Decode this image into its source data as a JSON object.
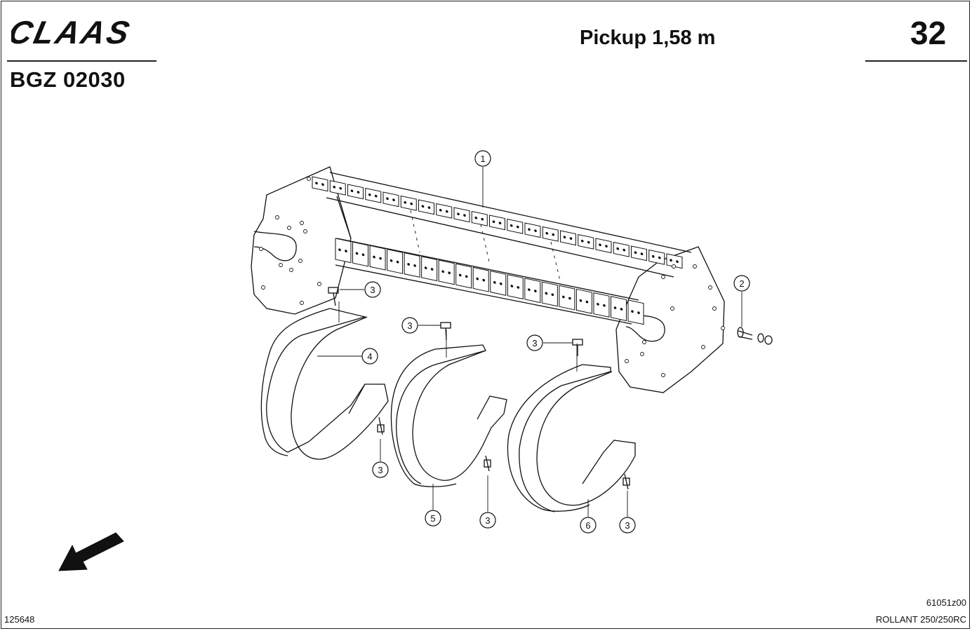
{
  "brand": {
    "logo_text": "CLAAS"
  },
  "header": {
    "doc_id": "BGZ 02030",
    "title": "Pickup 1,58 m",
    "page_number": "32"
  },
  "footer": {
    "left_code": "125648",
    "drawing_code": "61051z00",
    "model": "ROLLANT 250/250RC"
  },
  "callouts": {
    "c1": "1",
    "c2": "2",
    "c3a": "3",
    "c3b": "3",
    "c3c": "3",
    "c3d": "3",
    "c3e": "3",
    "c3f": "3",
    "c4": "4",
    "c5": "5",
    "c6": "6"
  },
  "colors": {
    "ink": "#111111",
    "paper": "#ffffff"
  },
  "icons": {
    "direction_arrow": "arrow-down-left-icon"
  }
}
